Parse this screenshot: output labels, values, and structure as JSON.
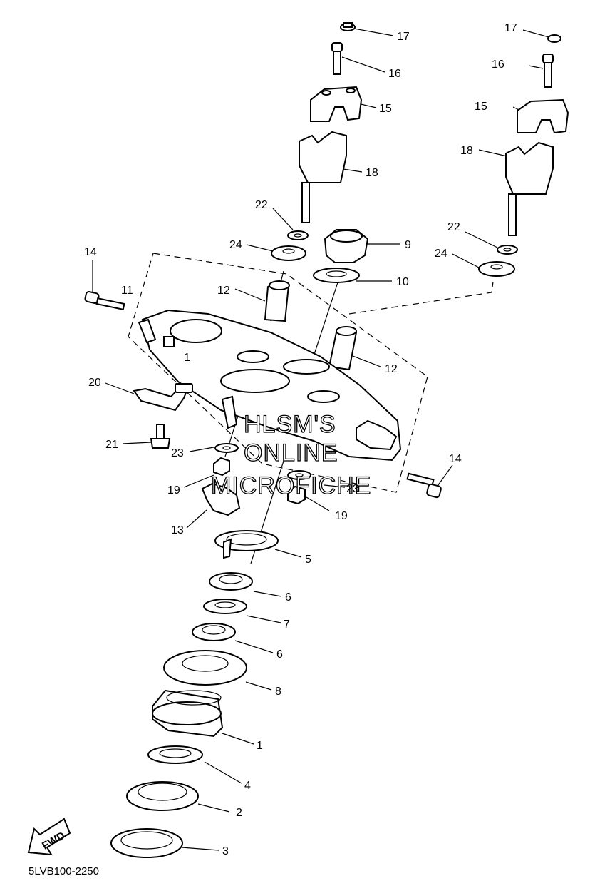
{
  "diagram": {
    "part_code": "5LVB100-2250",
    "watermark": [
      "HLSM'S",
      "ONLINE",
      "MICROFICHE"
    ],
    "fwd_label": "FWD",
    "callouts": [
      {
        "id": "c17a",
        "label": "17"
      },
      {
        "id": "c16a",
        "label": "16"
      },
      {
        "id": "c15a",
        "label": "15"
      },
      {
        "id": "c18a",
        "label": "18"
      },
      {
        "id": "c17b",
        "label": "17"
      },
      {
        "id": "c16b",
        "label": "16"
      },
      {
        "id": "c15b",
        "label": "15"
      },
      {
        "id": "c18b",
        "label": "18"
      },
      {
        "id": "c22a",
        "label": "22"
      },
      {
        "id": "c24a",
        "label": "24"
      },
      {
        "id": "c9",
        "label": "9"
      },
      {
        "id": "c10",
        "label": "10"
      },
      {
        "id": "c22b",
        "label": "22"
      },
      {
        "id": "c24b",
        "label": "24"
      },
      {
        "id": "c14a",
        "label": "14"
      },
      {
        "id": "c11",
        "label": "11"
      },
      {
        "id": "c12a",
        "label": "12"
      },
      {
        "id": "c12b",
        "label": "12"
      },
      {
        "id": "c1a",
        "label": "1"
      },
      {
        "id": "c20",
        "label": "20"
      },
      {
        "id": "c21",
        "label": "21"
      },
      {
        "id": "c23a",
        "label": "23"
      },
      {
        "id": "c19a",
        "label": "19"
      },
      {
        "id": "c13",
        "label": "13"
      },
      {
        "id": "c23b",
        "label": "23"
      },
      {
        "id": "c19b",
        "label": "19"
      },
      {
        "id": "c14b",
        "label": "14"
      },
      {
        "id": "c5",
        "label": "5"
      },
      {
        "id": "c6a",
        "label": "6"
      },
      {
        "id": "c7",
        "label": "7"
      },
      {
        "id": "c6b",
        "label": "6"
      },
      {
        "id": "c8",
        "label": "8"
      },
      {
        "id": "c1b",
        "label": "1"
      },
      {
        "id": "c4",
        "label": "4"
      },
      {
        "id": "c2",
        "label": "2"
      },
      {
        "id": "c3",
        "label": "3"
      }
    ]
  }
}
